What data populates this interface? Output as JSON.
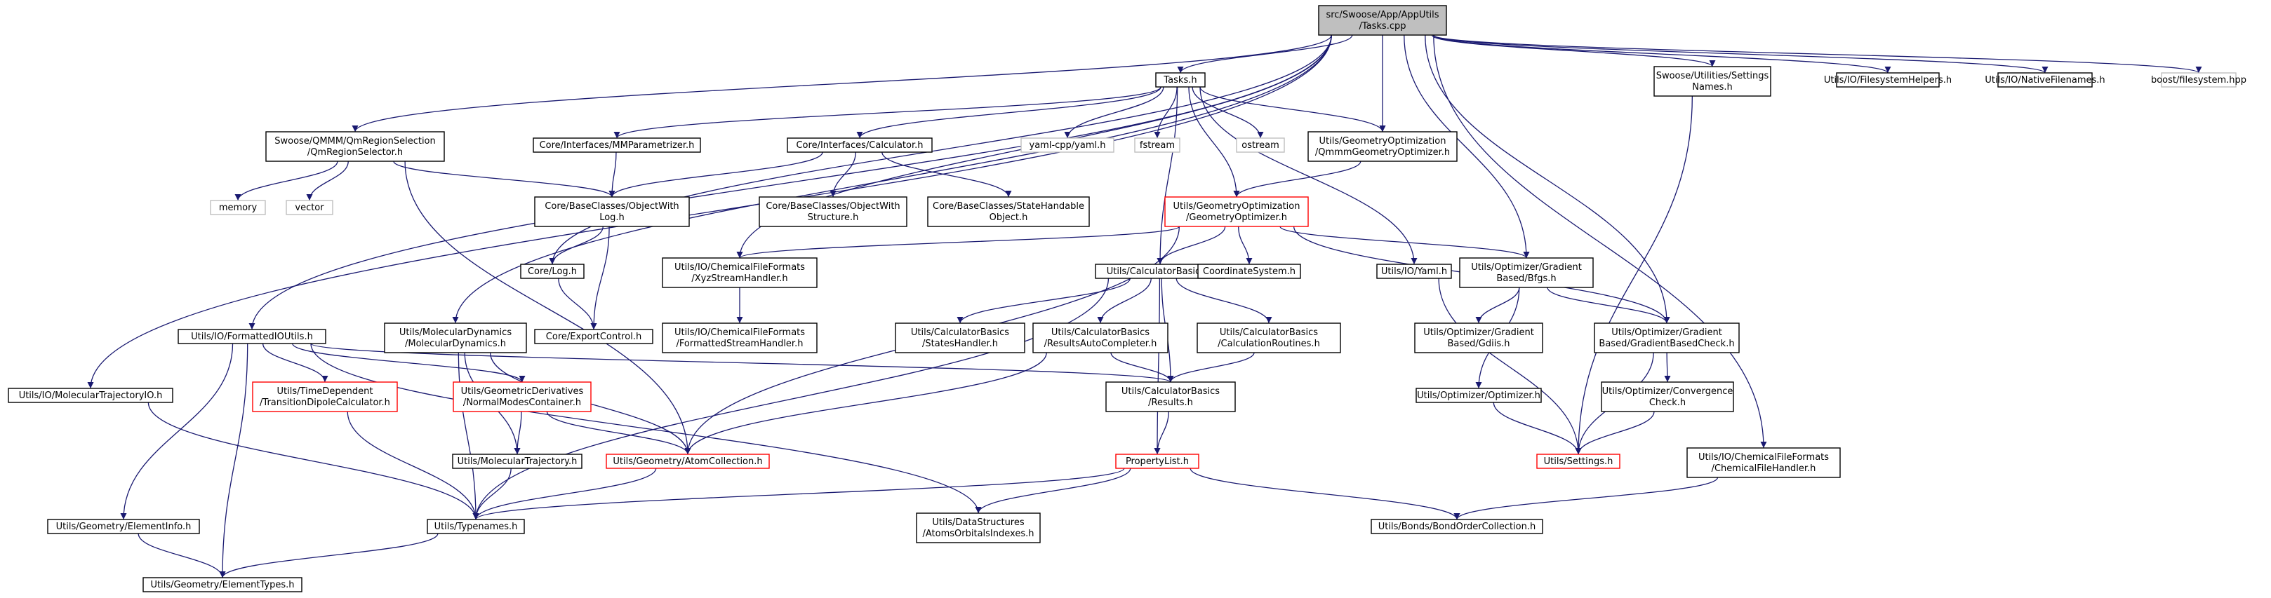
{
  "colors": {
    "edge": "#191970",
    "border_normal": "#000000",
    "border_truncated": "#ff0000",
    "border_external": "#bfbfbf",
    "fill_root": "#bfbfbf",
    "fill_normal": "#ffffff"
  },
  "nodes": [
    {
      "id": "root",
      "lines": [
        "src/Swoose/App/AppUtils",
        "/Tasks.cpp"
      ],
      "kind": "root"
    },
    {
      "id": "tasks",
      "lines": [
        "Tasks.h"
      ],
      "kind": "normal"
    },
    {
      "id": "settingsnames",
      "lines": [
        "Swoose/Utilities/Settings",
        "Names.h"
      ],
      "kind": "normal"
    },
    {
      "id": "fshelpers",
      "lines": [
        "Utils/IO/FilesystemHelpers.h"
      ],
      "kind": "normal"
    },
    {
      "id": "nativefn",
      "lines": [
        "Utils/IO/NativeFilenames.h"
      ],
      "kind": "normal"
    },
    {
      "id": "boostfs",
      "lines": [
        "boost/filesystem.hpp"
      ],
      "kind": "external"
    },
    {
      "id": "qmsel",
      "lines": [
        "Swoose/QMMM/QmRegionSelection",
        "/QmRegionSelector.h"
      ],
      "kind": "normal"
    },
    {
      "id": "mmparam",
      "lines": [
        "Core/Interfaces/MMParametrizer.h"
      ],
      "kind": "normal"
    },
    {
      "id": "calculator",
      "lines": [
        "Core/Interfaces/Calculator.h"
      ],
      "kind": "normal"
    },
    {
      "id": "yamlcpp",
      "lines": [
        "yaml-cpp/yaml.h"
      ],
      "kind": "external"
    },
    {
      "id": "fstream",
      "lines": [
        "fstream"
      ],
      "kind": "external"
    },
    {
      "id": "ostream",
      "lines": [
        "ostream"
      ],
      "kind": "external"
    },
    {
      "id": "qmmmgeo",
      "lines": [
        "Utils/GeometryOptimization",
        "/QmmmGeometryOptimizer.h"
      ],
      "kind": "normal"
    },
    {
      "id": "memory",
      "lines": [
        "memory"
      ],
      "kind": "external"
    },
    {
      "id": "vector",
      "lines": [
        "vector"
      ],
      "kind": "external"
    },
    {
      "id": "objlog",
      "lines": [
        "Core/BaseClasses/ObjectWith",
        "Log.h"
      ],
      "kind": "normal"
    },
    {
      "id": "objstruct",
      "lines": [
        "Core/BaseClasses/ObjectWith",
        "Structure.h"
      ],
      "kind": "normal"
    },
    {
      "id": "statehandle",
      "lines": [
        "Core/BaseClasses/StateHandable",
        "Object.h"
      ],
      "kind": "normal"
    },
    {
      "id": "geoopt",
      "lines": [
        "Utils/GeometryOptimization",
        "/GeometryOptimizer.h"
      ],
      "kind": "truncated"
    },
    {
      "id": "corelog",
      "lines": [
        "Core/Log.h"
      ],
      "kind": "normal"
    },
    {
      "id": "xyzstream",
      "lines": [
        "Utils/IO/ChemicalFileFormats",
        "/XyzStreamHandler.h"
      ],
      "kind": "normal"
    },
    {
      "id": "calcbasics",
      "lines": [
        "Utils/CalculatorBasics.h"
      ],
      "kind": "normal"
    },
    {
      "id": "coordsys",
      "lines": [
        "CoordinateSystem.h"
      ],
      "kind": "normal"
    },
    {
      "id": "yaml",
      "lines": [
        "Utils/IO/Yaml.h"
      ],
      "kind": "normal"
    },
    {
      "id": "bfgs",
      "lines": [
        "Utils/Optimizer/Gradient",
        "Based/Bfgs.h"
      ],
      "kind": "normal"
    },
    {
      "id": "exportctl",
      "lines": [
        "Core/ExportControl.h"
      ],
      "kind": "normal"
    },
    {
      "id": "fmtstream",
      "lines": [
        "Utils/IO/ChemicalFileFormats",
        "/FormattedStreamHandler.h"
      ],
      "kind": "normal"
    },
    {
      "id": "stateshandler",
      "lines": [
        "Utils/CalculatorBasics",
        "/StatesHandler.h"
      ],
      "kind": "normal"
    },
    {
      "id": "resautocomp",
      "lines": [
        "Utils/CalculatorBasics",
        "/ResultsAutoCompleter.h"
      ],
      "kind": "normal"
    },
    {
      "id": "calcroutines",
      "lines": [
        "Utils/CalculatorBasics",
        "/CalculationRoutines.h"
      ],
      "kind": "normal"
    },
    {
      "id": "gdiis",
      "lines": [
        "Utils/Optimizer/Gradient",
        "Based/Gdiis.h"
      ],
      "kind": "normal"
    },
    {
      "id": "gradcheck",
      "lines": [
        "Utils/Optimizer/Gradient",
        "Based/GradientBasedCheck.h"
      ],
      "kind": "normal"
    },
    {
      "id": "fmtio",
      "lines": [
        "Utils/IO/FormattedIOUtils.h"
      ],
      "kind": "normal"
    },
    {
      "id": "moldyn",
      "lines": [
        "Utils/MolecularDynamics",
        "/MolecularDynamics.h"
      ],
      "kind": "normal"
    },
    {
      "id": "optimizer",
      "lines": [
        "Utils/Optimizer/Optimizer.h"
      ],
      "kind": "normal"
    },
    {
      "id": "molio",
      "lines": [
        "Utils/IO/MolecularTrajectoryIO.h"
      ],
      "kind": "normal"
    },
    {
      "id": "tdipole",
      "lines": [
        "Utils/TimeDependent",
        "/TransitionDipoleCalculator.h"
      ],
      "kind": "truncated"
    },
    {
      "id": "normalmodes",
      "lines": [
        "Utils/GeometricDerivatives",
        "/NormalModesContainer.h"
      ],
      "kind": "truncated"
    },
    {
      "id": "results",
      "lines": [
        "Utils/CalculatorBasics",
        "/Results.h"
      ],
      "kind": "normal"
    },
    {
      "id": "convcheck",
      "lines": [
        "Utils/Optimizer/Convergence",
        "Check.h"
      ],
      "kind": "normal"
    },
    {
      "id": "moltraj",
      "lines": [
        "Utils/MolecularTrajectory.h"
      ],
      "kind": "normal"
    },
    {
      "id": "atomcoll",
      "lines": [
        "Utils/Geometry/AtomCollection.h"
      ],
      "kind": "truncated"
    },
    {
      "id": "proplist",
      "lines": [
        "PropertyList.h"
      ],
      "kind": "truncated"
    },
    {
      "id": "settings",
      "lines": [
        "Utils/Settings.h"
      ],
      "kind": "truncated"
    },
    {
      "id": "chemhandler",
      "lines": [
        "Utils/IO/ChemicalFileFormats",
        "/ChemicalFileHandler.h"
      ],
      "kind": "normal"
    },
    {
      "id": "eleminfo",
      "lines": [
        "Utils/Geometry/ElementInfo.h"
      ],
      "kind": "normal"
    },
    {
      "id": "typenames",
      "lines": [
        "Utils/Typenames.h"
      ],
      "kind": "normal"
    },
    {
      "id": "atomsorb",
      "lines": [
        "Utils/DataStructures",
        "/AtomsOrbitalsIndexes.h"
      ],
      "kind": "normal"
    },
    {
      "id": "bondorder",
      "lines": [
        "Utils/Bonds/BondOrderCollection.h"
      ],
      "kind": "normal"
    },
    {
      "id": "elemtypes",
      "lines": [
        "Utils/Geometry/ElementTypes.h"
      ],
      "kind": "normal"
    }
  ],
  "edges": [
    [
      "root",
      "tasks"
    ],
    [
      "root",
      "settingsnames"
    ],
    [
      "root",
      "fshelpers"
    ],
    [
      "root",
      "nativefn"
    ],
    [
      "root",
      "boostfs"
    ],
    [
      "root",
      "qmsel"
    ],
    [
      "root",
      "corelog"
    ],
    [
      "root",
      "xyzstream"
    ],
    [
      "root",
      "qmmmgeo"
    ],
    [
      "root",
      "bfgs"
    ],
    [
      "root",
      "gradcheck"
    ],
    [
      "root",
      "fmtio"
    ],
    [
      "root",
      "moldyn"
    ],
    [
      "root",
      "molio"
    ],
    [
      "root",
      "chemhandler"
    ],
    [
      "tasks",
      "mmparam"
    ],
    [
      "tasks",
      "calculator"
    ],
    [
      "tasks",
      "yamlcpp"
    ],
    [
      "tasks",
      "fstream"
    ],
    [
      "tasks",
      "ostream"
    ],
    [
      "tasks",
      "qmmmgeo"
    ],
    [
      "tasks",
      "geoopt"
    ],
    [
      "tasks",
      "calcbasics"
    ],
    [
      "tasks",
      "yaml"
    ],
    [
      "qmsel",
      "memory"
    ],
    [
      "qmsel",
      "vector"
    ],
    [
      "qmsel",
      "objlog"
    ],
    [
      "qmsel",
      "atomcoll"
    ],
    [
      "mmparam",
      "objlog"
    ],
    [
      "calculator",
      "objlog"
    ],
    [
      "calculator",
      "objstruct"
    ],
    [
      "calculator",
      "statehandle"
    ],
    [
      "qmmmgeo",
      "geoopt"
    ],
    [
      "objlog",
      "corelog"
    ],
    [
      "objlog",
      "exportctl"
    ],
    [
      "corelog",
      "exportctl"
    ],
    [
      "geoopt",
      "xyzstream"
    ],
    [
      "geoopt",
      "calcbasics"
    ],
    [
      "geoopt",
      "coordsys"
    ],
    [
      "geoopt",
      "bfgs"
    ],
    [
      "geoopt",
      "gradcheck"
    ],
    [
      "geoopt",
      "atomcoll"
    ],
    [
      "xyzstream",
      "fmtstream"
    ],
    [
      "calcbasics",
      "stateshandler"
    ],
    [
      "calcbasics",
      "resautocomp"
    ],
    [
      "calcbasics",
      "calcroutines"
    ],
    [
      "calcbasics",
      "results"
    ],
    [
      "calcbasics",
      "proplist"
    ],
    [
      "calcbasics",
      "typenames"
    ],
    [
      "yaml",
      "settings"
    ],
    [
      "bfgs",
      "gdiis"
    ],
    [
      "bfgs",
      "gradcheck"
    ],
    [
      "bfgs",
      "optimizer"
    ],
    [
      "gradcheck",
      "convcheck"
    ],
    [
      "gradcheck",
      "settings"
    ],
    [
      "optimizer",
      "settings"
    ],
    [
      "convcheck",
      "settings"
    ],
    [
      "settingsnames",
      "settings"
    ],
    [
      "resautocomp",
      "results"
    ],
    [
      "resautocomp",
      "atomcoll"
    ],
    [
      "calcroutines",
      "results"
    ],
    [
      "results",
      "proplist"
    ],
    [
      "fmtio",
      "tdipole"
    ],
    [
      "fmtio",
      "normalmodes"
    ],
    [
      "fmtio",
      "results"
    ],
    [
      "fmtio",
      "atomsorb"
    ],
    [
      "fmtio",
      "eleminfo"
    ],
    [
      "fmtio",
      "elemtypes"
    ],
    [
      "moldyn",
      "moltraj"
    ],
    [
      "moldyn",
      "atomcoll"
    ],
    [
      "moldyn",
      "typenames"
    ],
    [
      "molio",
      "typenames"
    ],
    [
      "tdipole",
      "typenames"
    ],
    [
      "normalmodes",
      "moltraj"
    ],
    [
      "normalmodes",
      "atomcoll"
    ],
    [
      "moltraj",
      "typenames"
    ],
    [
      "atomcoll",
      "typenames"
    ],
    [
      "proplist",
      "typenames"
    ],
    [
      "proplist",
      "atomsorb"
    ],
    [
      "proplist",
      "bondorder"
    ],
    [
      "chemhandler",
      "bondorder"
    ],
    [
      "eleminfo",
      "elemtypes"
    ],
    [
      "typenames",
      "elemtypes"
    ]
  ]
}
